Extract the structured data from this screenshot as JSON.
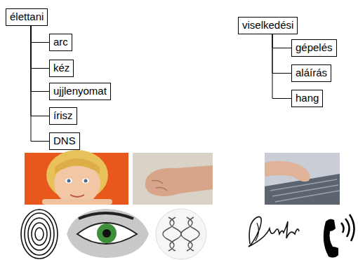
{
  "diagram": {
    "nodes": [
      {
        "text": [
          "élettani"
        ]
      },
      {
        "text": [
          "arc"
        ]
      },
      {
        "text": [
          "kéz"
        ]
      },
      {
        "text": [
          "ujjlenyomat"
        ]
      },
      {
        "text": [
          "írisz"
        ]
      },
      {
        "text": [
          "DNS"
        ]
      },
      {
        "text": [
          "viselkedési"
        ]
      },
      {
        "text": [
          "gépelés"
        ]
      },
      {
        "text": [
          "aláírás"
        ]
      },
      {
        "text": [
          "hang"
        ]
      }
    ],
    "edges": [
      {
        "from": 0,
        "to": 1,
        "arrow": "none"
      },
      {
        "from": 0,
        "to": 2,
        "arrow": "none"
      },
      {
        "from": 0,
        "to": 3,
        "arrow": "none"
      },
      {
        "from": 0,
        "to": 4,
        "arrow": "none"
      },
      {
        "from": 0,
        "to": 5,
        "arrow": "none"
      },
      {
        "from": 6,
        "to": 7,
        "arrow": "none"
      },
      {
        "from": 6,
        "to": 8,
        "arrow": "none"
      },
      {
        "from": 6,
        "to": 9,
        "arrow": "none"
      }
    ]
  }
}
